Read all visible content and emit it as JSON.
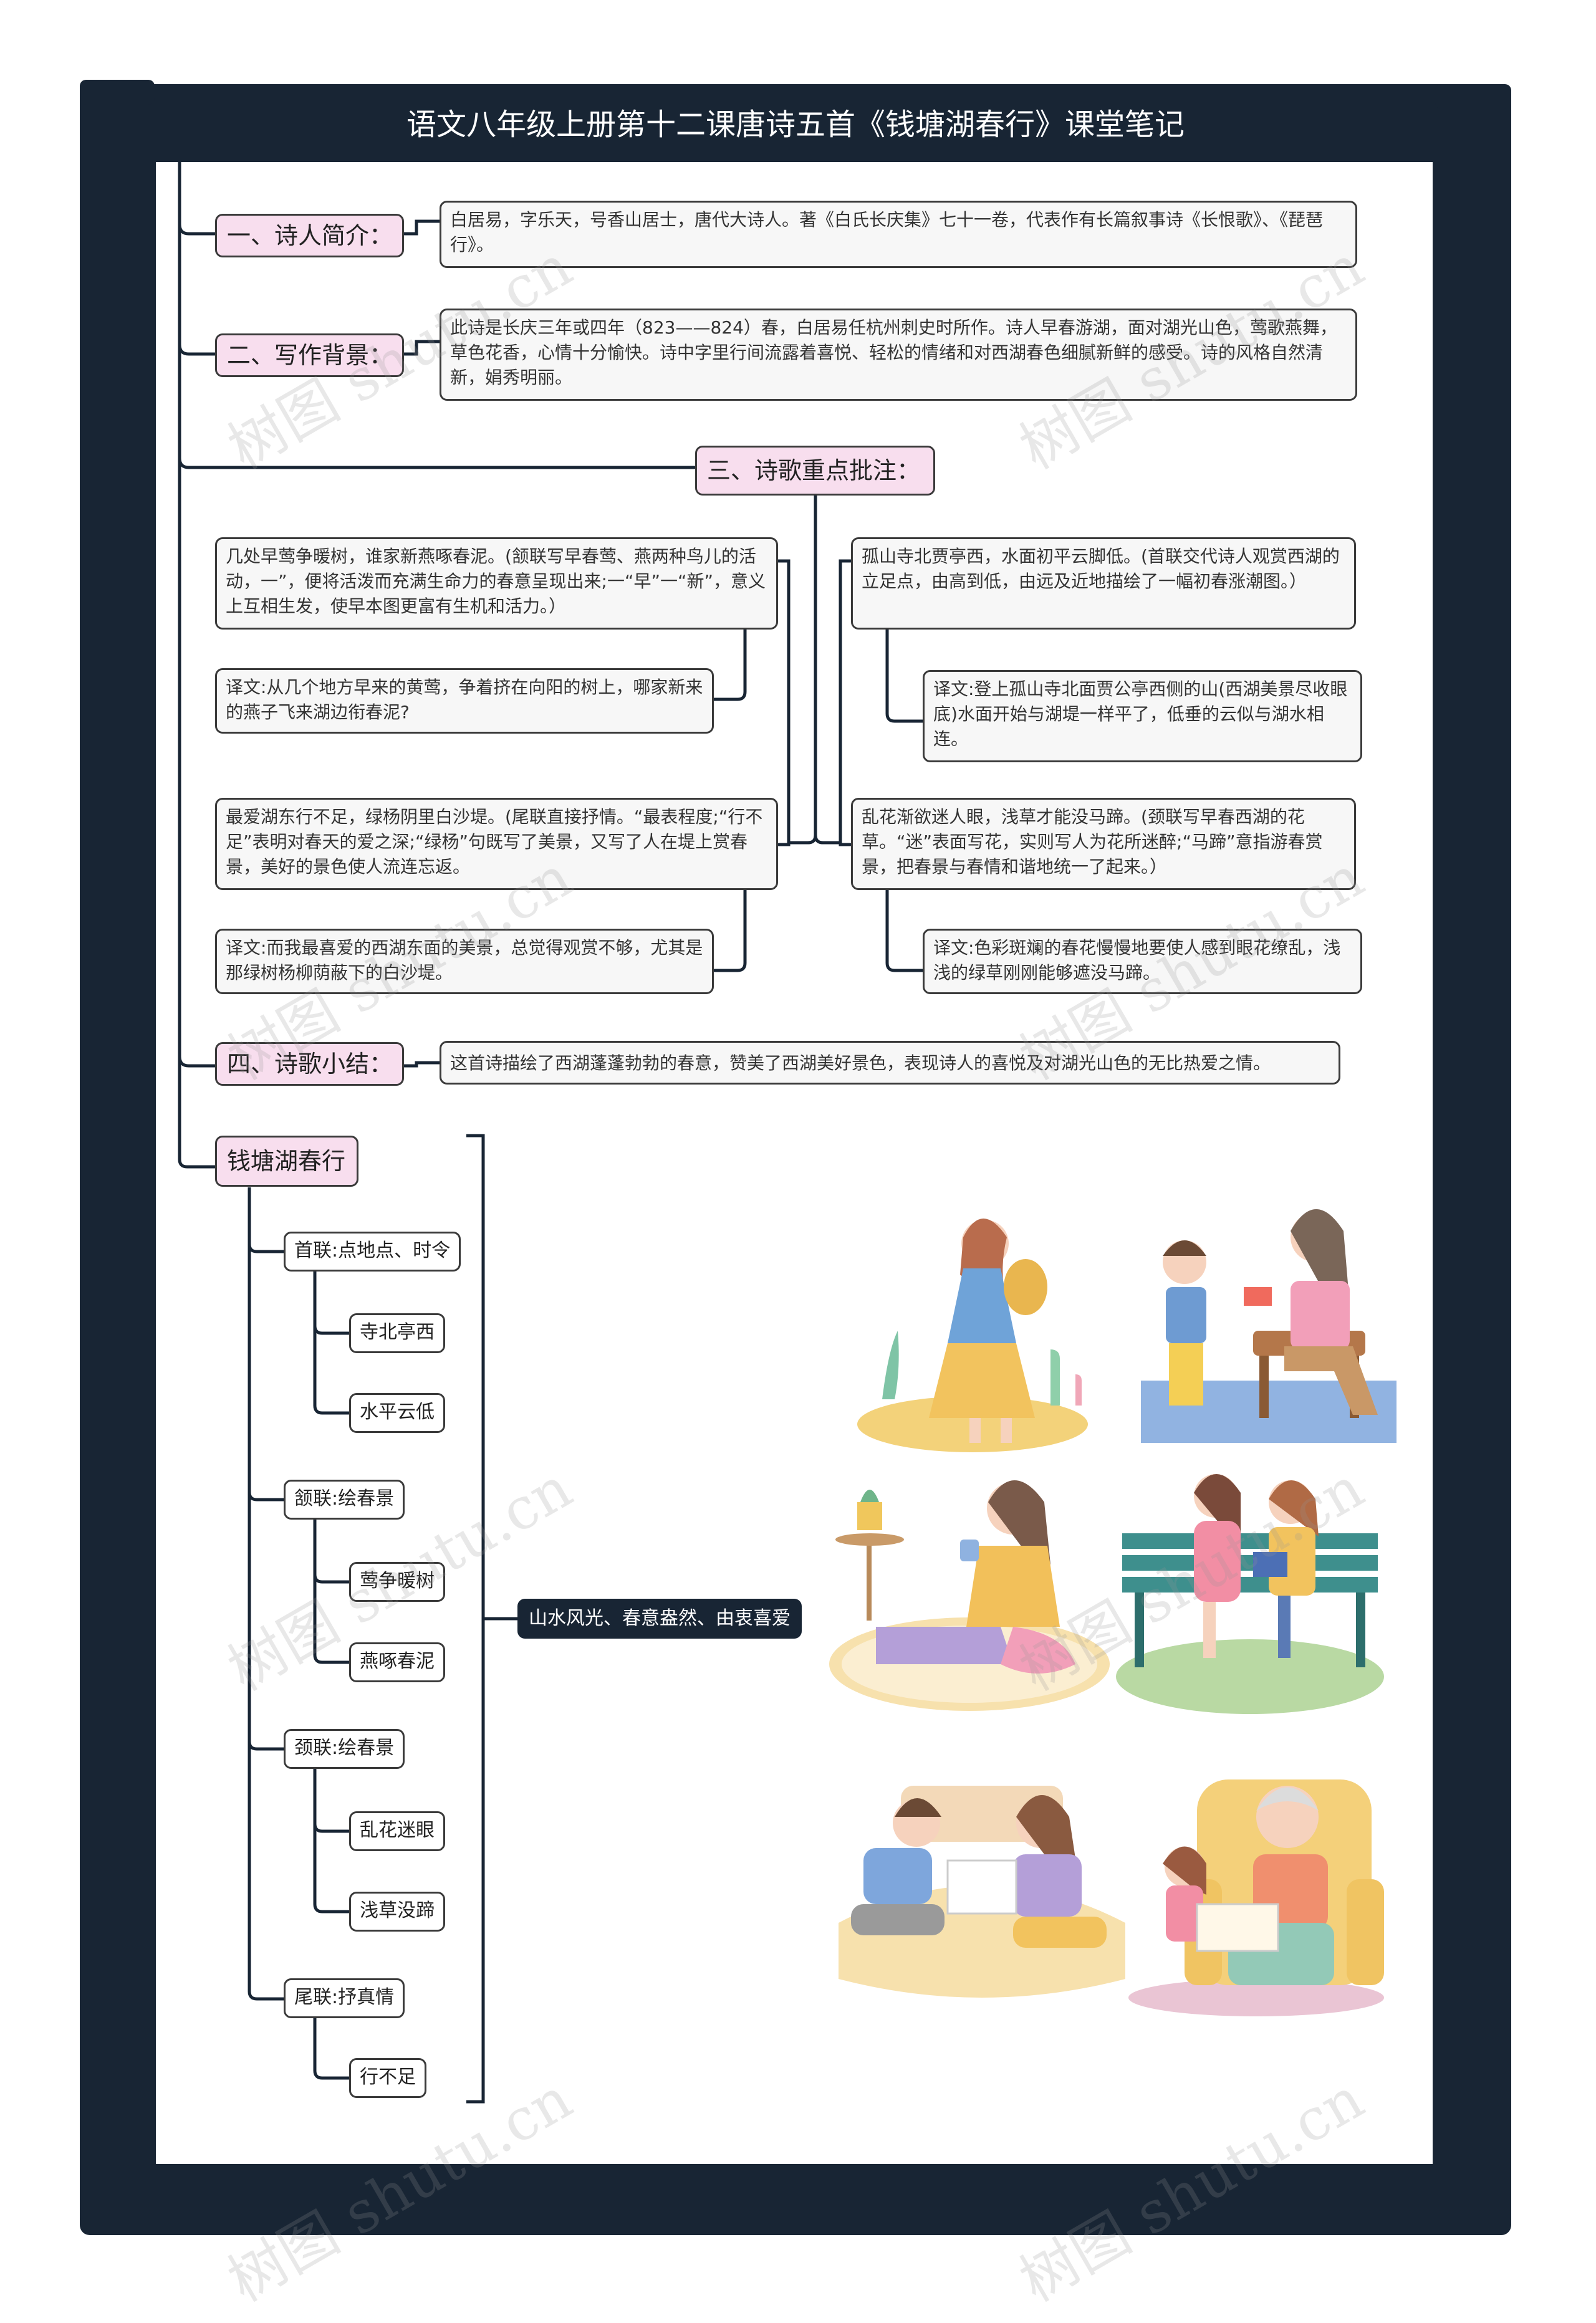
{
  "title": "语文八年级上册第十二课唐诗五首《钱塘湖春行》课堂笔记",
  "sections": {
    "s1": {
      "label": "一、诗人简介：",
      "text": "白居易，字乐天，号香山居士，唐代大诗人。著《白氏长庆集》七十一卷，代表作有长篇叙事诗《长恨歌》、《琵琶行》。"
    },
    "s2": {
      "label": "二、写作背景：",
      "text": "此诗是长庆三年或四年（823——824）春，白居易任杭州刺史时所作。诗人早春游湖，面对湖光山色，莺歌燕舞，草色花香，心情十分愉快。诗中字里行间流露着喜悦、轻松的情绪和对西湖春色细腻新鲜的感受。诗的风格自然清新，娟秀明丽。"
    },
    "s3": {
      "label": "三、诗歌重点批注：",
      "notes": [
        {
          "text": "几处早莺争暖树，谁家新燕啄春泥。(颔联写早春莺、燕两种鸟儿的活动，一”，便将活泼而充满生命力的春意呈现出来;一“早”一“新”，意义上互相生发，使早本图更富有生机和活力。）",
          "translation": "译文:从几个地方早来的黄莺，争着挤在向阳的树上，哪家新来的燕子飞来湖边衔春泥?"
        },
        {
          "text": "最爱湖东行不足，绿杨阴里白沙堤。(尾联直接抒情。“最表程度;“行不足”表明对春天的爱之深;“绿杨”句既写了美景，又写了人在堤上赏春景，美好的景色使人流连忘返。",
          "translation": "译文:而我最喜爱的西湖东面的美景，总觉得观赏不够，尤其是那绿树杨柳荫蔽下的白沙堤。"
        },
        {
          "text": "孤山寺北贾亭西，水面初平云脚低。(首联交代诗人观赏西湖的立足点，由高到低，由远及近地描绘了一幅初春涨潮图。）",
          "translation": "译文:登上孤山寺北面贾公亭西侧的山(西湖美景尽收眼底)水面开始与湖堤一样平了，低垂的云似与湖水相连。"
        },
        {
          "text": "乱花渐欲迷人眼，浅草才能没马蹄。(颈联写早春西湖的花草。“迷”表面写花，实则写人为花所迷醉;“马蹄”意指游春赏景，把春景与春情和谐地统一了起来。）",
          "translation": "译文:色彩斑斓的春花慢慢地要使人感到眼花缭乱，浅浅的绿草刚刚能够遮没马蹄。"
        }
      ]
    },
    "s4": {
      "label": "四、诗歌小结：",
      "text": "这首诗描绘了西湖蓬蓬勃勃的春意，赞美了西湖美好景色，表现诗人的喜悦及对湖光山色的无比热爱之情。"
    },
    "poem": {
      "label": "钱塘湖春行",
      "groups": [
        {
          "label": "首联:点地点、时令",
          "items": [
            "寺北亭西",
            "水平云低"
          ]
        },
        {
          "label": "颔联:绘春景",
          "items": [
            "莺争暖树",
            "燕啄春泥"
          ]
        },
        {
          "label": "颈联:绘春景",
          "items": [
            "乱花迷眼",
            "浅草没蹄"
          ]
        },
        {
          "label": "尾联:抒真情",
          "items": [
            "行不足"
          ]
        }
      ],
      "summary": "山水风光、春意盎然、由衷喜爱"
    }
  },
  "watermark": "树图 shutu.cn",
  "colors": {
    "frame": "#182534",
    "heading_bg": "#f8deee",
    "box_bg": "#f7f7f7"
  }
}
